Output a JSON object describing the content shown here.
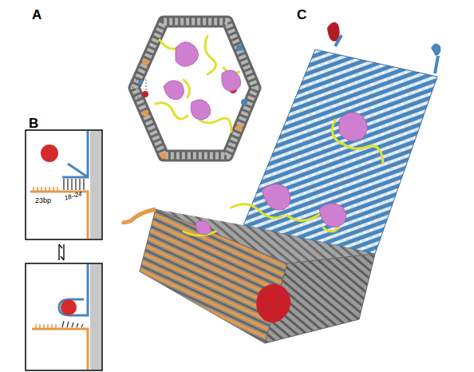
{
  "diagram": {
    "labels": [
      "A",
      "B",
      "C",
      "23bp",
      "18–24"
    ]
  }
}
